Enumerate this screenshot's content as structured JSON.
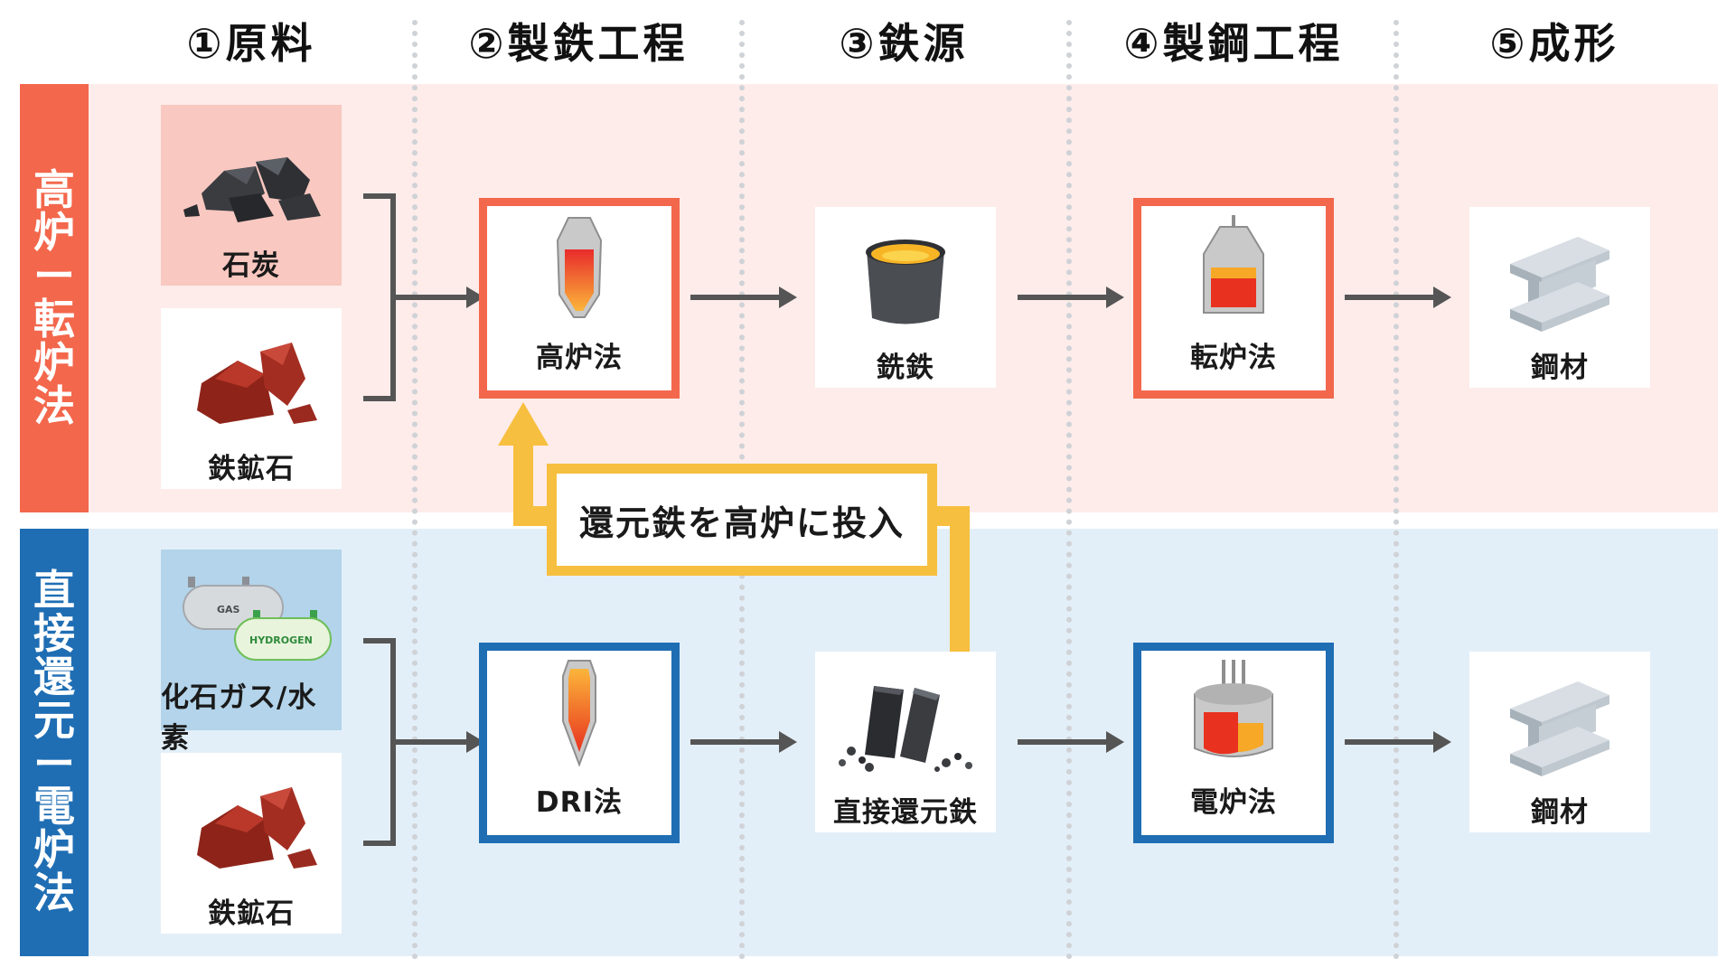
{
  "stages": [
    "①原料",
    "②製鉄工程",
    "③鉄源",
    "④製鋼工程",
    "⑤成形"
  ],
  "routes": {
    "top": "高炉ー転炉法",
    "bottom": "直接還元ー電炉法"
  },
  "top_row": {
    "coal": "石炭",
    "ore": "鉄鉱石",
    "process": "高炉法",
    "source": "銑鉄",
    "steelmaking": "転炉法",
    "product": "鋼材"
  },
  "bottom_row": {
    "gas": "化石ガス/水素",
    "gas_tank_label": "GAS",
    "hydrogen_tank_label": "HYDROGEN",
    "ore": "鉄鉱石",
    "process": "DRI法",
    "source": "直接還元鉄",
    "steelmaking": "電炉法",
    "product": "鋼材"
  },
  "feedback": "還元鉄を高炉に投入",
  "colors": {
    "top_band": "#fdecea",
    "top_side": "#f3674c",
    "bottom_band": "#e3eff8",
    "bottom_side": "#1f6eb4",
    "feedback": "#f7bf3f",
    "arrow": "#555555"
  }
}
